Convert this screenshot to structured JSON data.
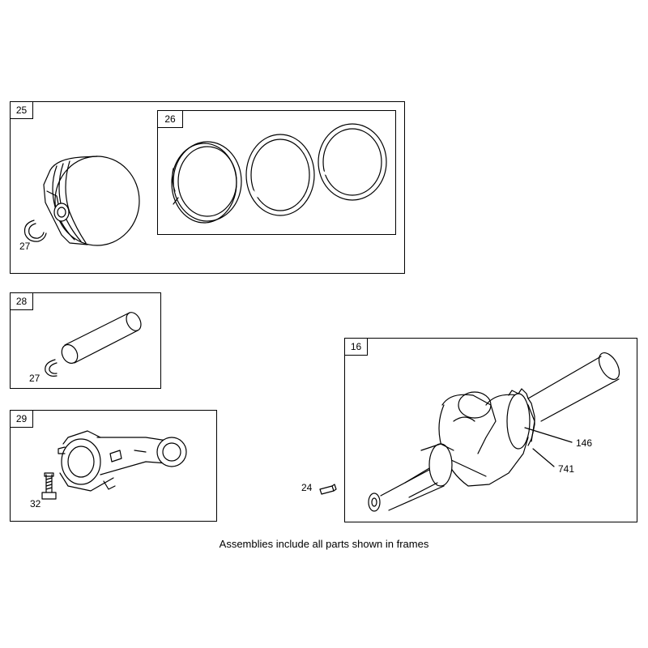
{
  "frames": {
    "piston": "25",
    "rings": "26",
    "pin": "28",
    "rod": "29",
    "crank": "16"
  },
  "callouts": {
    "circlip_top": "27",
    "circlip_pin": "27",
    "rod_bolt": "32",
    "key": "24",
    "gear": "146",
    "crank_ref": "741"
  },
  "caption": "Assemblies include all parts shown in frames"
}
